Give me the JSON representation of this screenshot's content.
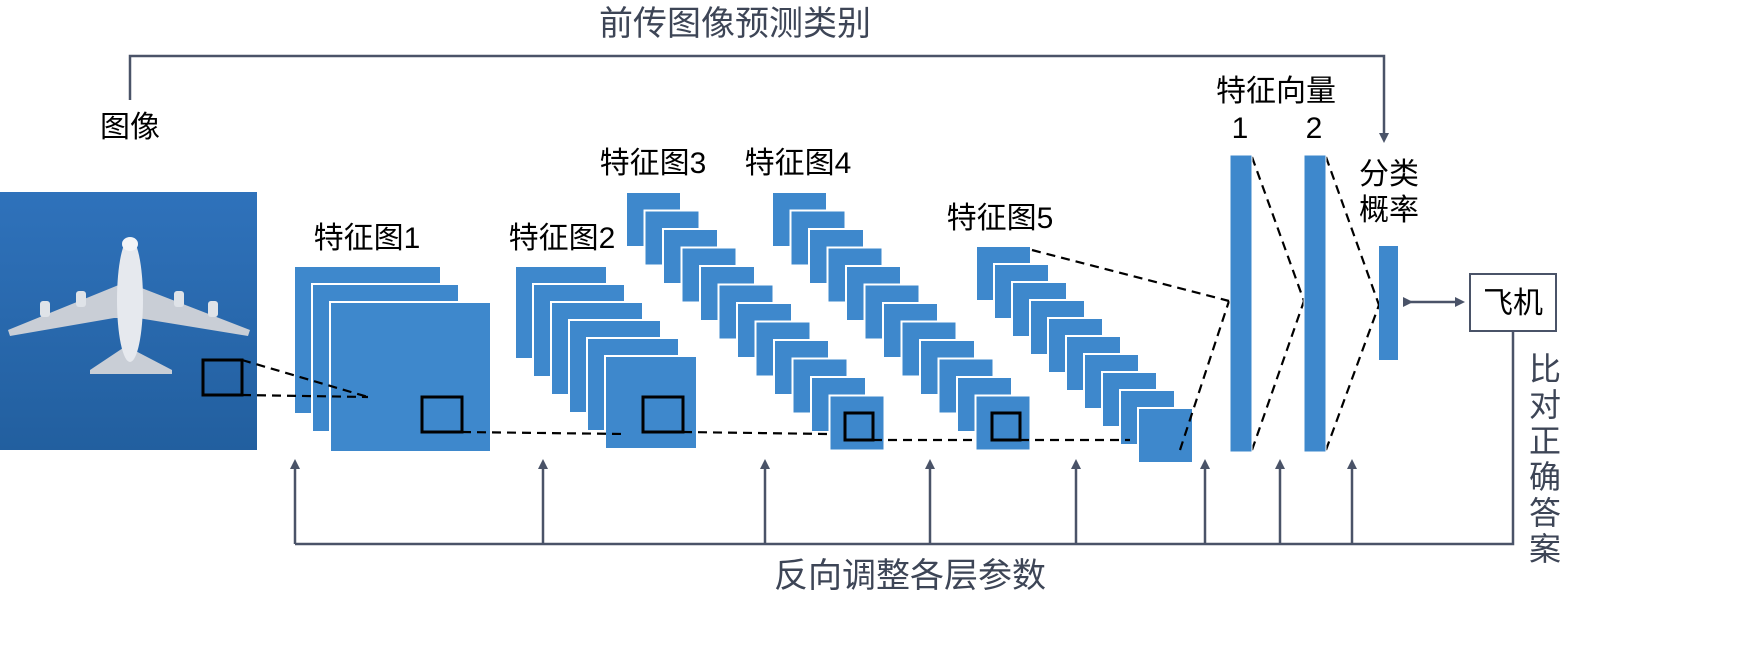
{
  "top_label": "前传图像预测类别",
  "bottom_label": "反向调整各层参数",
  "image_label": "图像",
  "feature_maps": [
    "特征图1",
    "特征图2",
    "特征图3",
    "特征图4",
    "特征图5"
  ],
  "feature_vector": {
    "title": "特征向量",
    "labels": [
      "1",
      "2"
    ]
  },
  "class_prob": [
    "分类",
    "概率"
  ],
  "output_label": "飞机",
  "compare_label": [
    "比",
    "对",
    "正",
    "确",
    "答",
    "案"
  ],
  "colors": {
    "block_fill": "#3e88cc",
    "block_stroke": "#ffffff",
    "arrow_line": "#4a5368",
    "sky": "#2a6ab2"
  }
}
